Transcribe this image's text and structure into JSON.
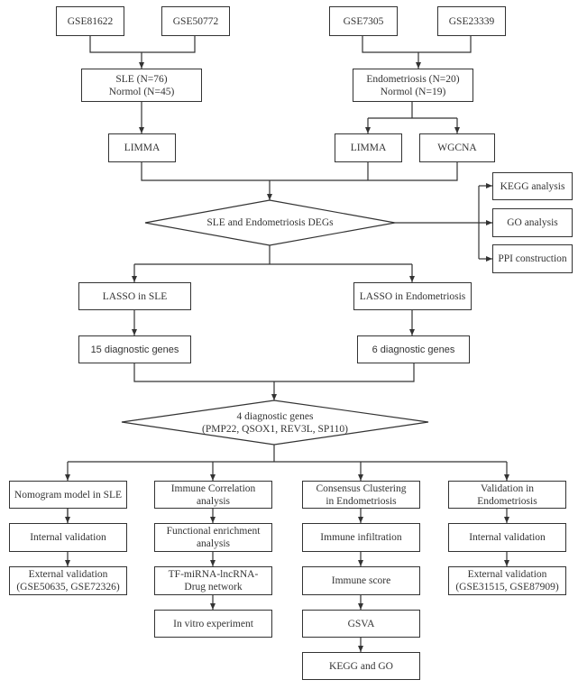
{
  "sources": {
    "sle_datasets": [
      "GSE81622",
      "GSE50772"
    ],
    "endo_datasets": [
      "GSE7305",
      "GSE23339"
    ]
  },
  "cohorts": {
    "sle": "SLE (N=76)\nNormol (N=45)",
    "endo": "Endometriosis (N=20)\nNormol (N=19)"
  },
  "methods": {
    "sle_limma": "LIMMA",
    "endo_limma": "LIMMA",
    "endo_wgcna": "WGCNA"
  },
  "degs": {
    "label": "SLE and Endometriosis DEGs",
    "analyses": [
      "KEGG analysis",
      "GO analysis",
      "PPI construction"
    ]
  },
  "lasso": {
    "sle": "LASSO in SLE",
    "endo": "LASSO in Endometriosis",
    "sle_genes": "15 diagnostic genes",
    "endo_genes": "6 diagnostic genes"
  },
  "hub": {
    "label": "4 diagnostic genes\n(PMP22, QSOX1, REV3L, SP110)"
  },
  "branches": [
    {
      "steps": [
        "Nomogram model in SLE",
        "Internal validation",
        "External validation\n(GSE50635, GSE72326)"
      ]
    },
    {
      "steps": [
        "Immune Correlation\nanalysis",
        "Functional enrichment\nanalysis",
        "TF-miRNA-lncRNA-\nDrug network",
        "In vitro experiment"
      ]
    },
    {
      "steps": [
        "Consensus Clustering\nin Endometriosis",
        "Immune infiltration",
        "Immune score",
        "GSVA",
        "KEGG and GO"
      ]
    },
    {
      "steps": [
        "Validation in\nEndometriosis",
        "Internal validation",
        "External validation\n(GSE31515, GSE87909)"
      ]
    }
  ],
  "colors": {
    "stroke": "#333333",
    "background": "#ffffff"
  }
}
